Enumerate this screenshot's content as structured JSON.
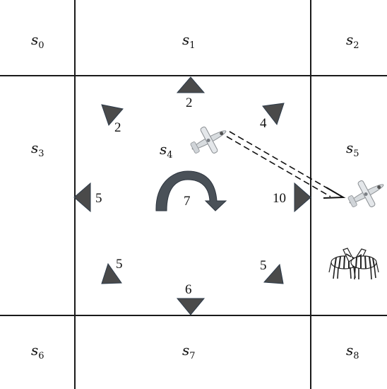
{
  "cells": [
    {
      "name": "s",
      "sub": "0"
    },
    {
      "name": "s",
      "sub": "1"
    },
    {
      "name": "s",
      "sub": "2"
    },
    {
      "name": "s",
      "sub": "3"
    },
    {
      "name": "s",
      "sub": "4"
    },
    {
      "name": "s",
      "sub": "5"
    },
    {
      "name": "s",
      "sub": "6"
    },
    {
      "name": "s",
      "sub": "7"
    },
    {
      "name": "s",
      "sub": "8"
    }
  ],
  "action_values": {
    "up": "2",
    "up_left": "2",
    "up_right": "4",
    "left": "5",
    "stay": "7",
    "right": "10",
    "down_left": "5",
    "down_right": "5",
    "down": "6"
  },
  "icons": {
    "agent_drone": "drone-icon",
    "target_drone": "drone-icon",
    "zebras": "zebras-icon",
    "move_arrow": "dashed-double-arrow-icon",
    "stay_arrow": "curved-arrow-icon"
  },
  "colors": {
    "triangle": "#4a4a4a",
    "curved_arrow": "#4a5158",
    "grid": "#1a1a1a"
  }
}
